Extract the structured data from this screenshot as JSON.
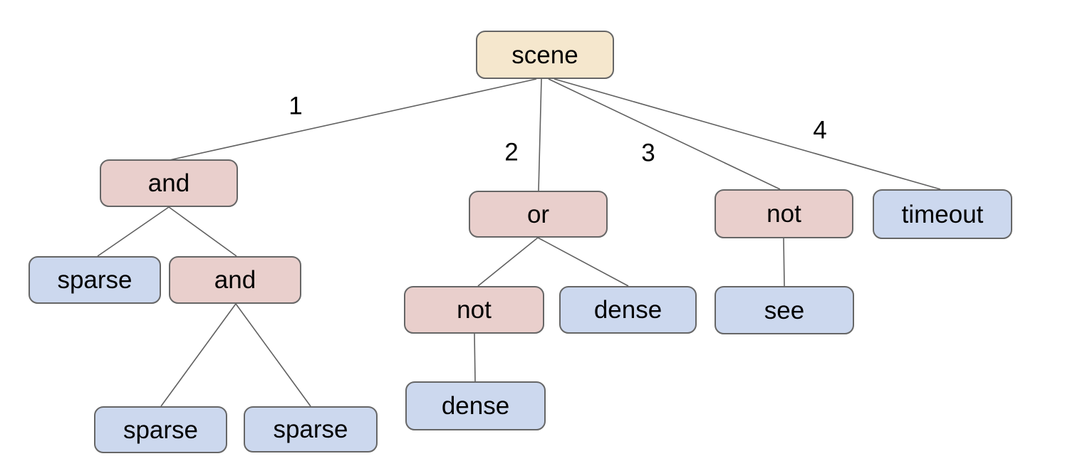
{
  "diagram": {
    "type": "tree",
    "nodes": [
      {
        "id": "scene",
        "label": "scene",
        "kind": "root"
      },
      {
        "id": "and-1",
        "label": "and",
        "kind": "operator"
      },
      {
        "id": "or-1",
        "label": "or",
        "kind": "operator"
      },
      {
        "id": "not-1",
        "label": "not",
        "kind": "operator"
      },
      {
        "id": "timeout-1",
        "label": "timeout",
        "kind": "leaf"
      },
      {
        "id": "sparse-1",
        "label": "sparse",
        "kind": "leaf"
      },
      {
        "id": "and-2",
        "label": "and",
        "kind": "operator"
      },
      {
        "id": "not-2",
        "label": "not",
        "kind": "operator"
      },
      {
        "id": "dense-1",
        "label": "dense",
        "kind": "leaf"
      },
      {
        "id": "see-1",
        "label": "see",
        "kind": "leaf"
      },
      {
        "id": "sparse-2",
        "label": "sparse",
        "kind": "leaf"
      },
      {
        "id": "sparse-3",
        "label": "sparse",
        "kind": "leaf"
      },
      {
        "id": "dense-2",
        "label": "dense",
        "kind": "leaf"
      }
    ],
    "edges": [
      {
        "from": "scene",
        "to": "and-1",
        "label": "1"
      },
      {
        "from": "scene",
        "to": "or-1",
        "label": "2"
      },
      {
        "from": "scene",
        "to": "not-1",
        "label": "3"
      },
      {
        "from": "scene",
        "to": "timeout-1",
        "label": "4"
      },
      {
        "from": "and-1",
        "to": "sparse-1",
        "label": ""
      },
      {
        "from": "and-1",
        "to": "and-2",
        "label": ""
      },
      {
        "from": "and-2",
        "to": "sparse-2",
        "label": ""
      },
      {
        "from": "and-2",
        "to": "sparse-3",
        "label": ""
      },
      {
        "from": "or-1",
        "to": "not-2",
        "label": ""
      },
      {
        "from": "or-1",
        "to": "dense-1",
        "label": ""
      },
      {
        "from": "not-2",
        "to": "dense-2",
        "label": ""
      },
      {
        "from": "not-1",
        "to": "see-1",
        "label": ""
      }
    ],
    "colors": {
      "root_fill": "#f5e7cd",
      "operator_fill": "#e9cfcc",
      "leaf_fill": "#ccd8ee",
      "node_border": "#666666",
      "edge_line": "#606060",
      "text": "#000000",
      "background": "#ffffff"
    }
  }
}
